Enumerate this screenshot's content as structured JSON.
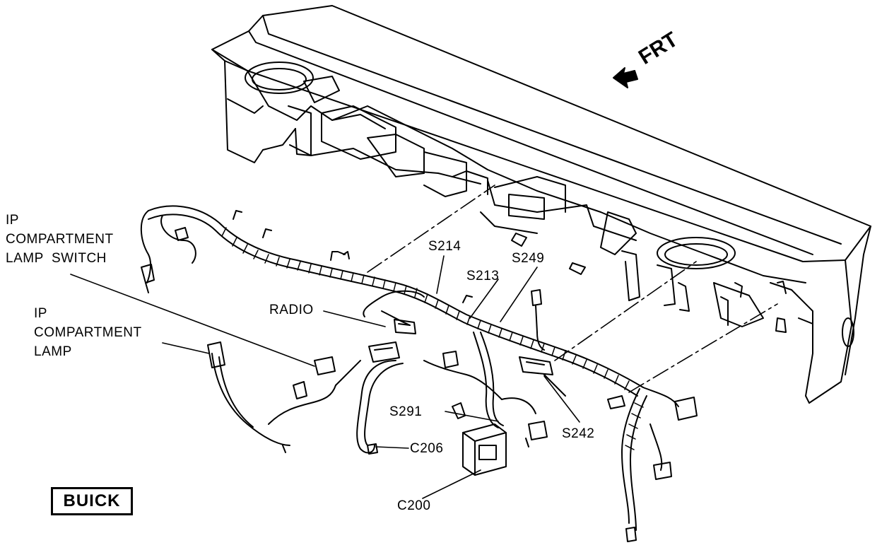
{
  "direction_indicator": {
    "label": "FRT"
  },
  "brand_badge": {
    "label": "BUICK"
  },
  "callouts": {
    "ip_compartment_lamp_switch": [
      "IP",
      "COMPARTMENT",
      "LAMP  SWITCH"
    ],
    "ip_compartment_lamp": [
      "IP",
      "COMPARTMENT",
      "LAMP"
    ],
    "radio": "RADIO",
    "s214": "S214",
    "s213": "S213",
    "s249": "S249",
    "s291": "S291",
    "c206": "C206",
    "s242": "S242",
    "c200": "C200"
  },
  "colors": {
    "line": "#000000",
    "background": "#ffffff"
  }
}
